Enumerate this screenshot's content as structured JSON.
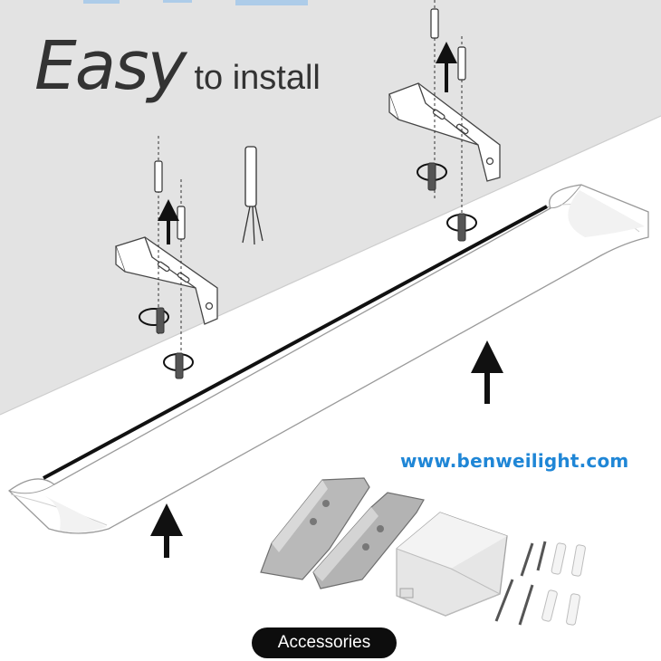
{
  "headline": {
    "big": "Easy",
    "small": "to install"
  },
  "website": "www.benweilight.com",
  "accessories_label": "Accessories",
  "colors": {
    "wall": "#e3e3e3",
    "ceiling_line": "#c9c9c9",
    "text_dark": "#333333",
    "link_blue": "#1f86d6",
    "pill_bg": "#0d0d0d",
    "lamp_edge": "#111111"
  }
}
